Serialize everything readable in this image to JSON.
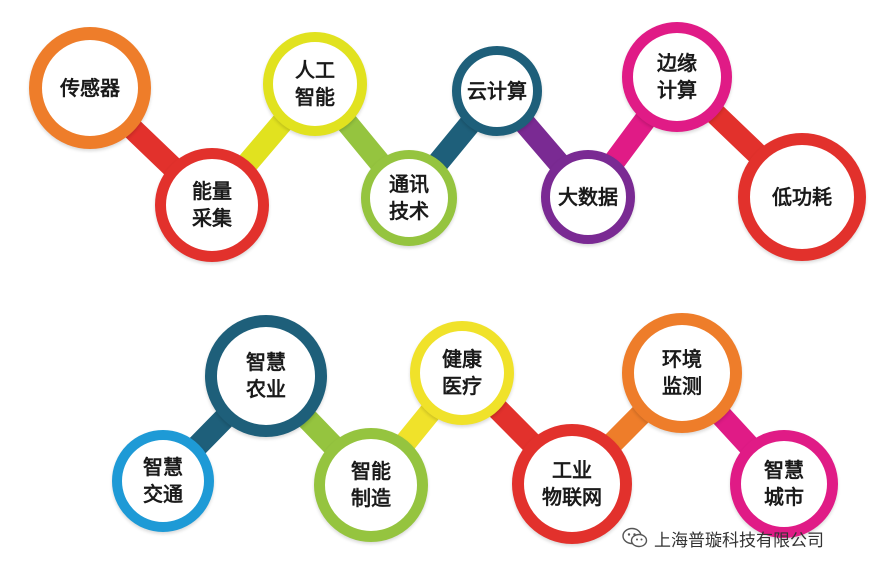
{
  "diagram": {
    "rows": [
      {
        "nodes": [
          {
            "lines": [
              "传感器"
            ],
            "color": "#ee7d2a"
          },
          {
            "lines": [
              "能量",
              "采集"
            ],
            "color": "#e2312c"
          },
          {
            "lines": [
              "人工",
              "智能"
            ],
            "color": "#e1e21f"
          },
          {
            "lines": [
              "通讯",
              "技术"
            ],
            "color": "#95c43f"
          },
          {
            "lines": [
              "云计算"
            ],
            "color": "#1e5f7a"
          },
          {
            "lines": [
              "大数据"
            ],
            "color": "#7a2a93"
          },
          {
            "lines": [
              "边缘",
              "计算"
            ],
            "color": "#e01b86"
          },
          {
            "lines": [
              "低功耗"
            ],
            "color": "#e2312c"
          }
        ]
      },
      {
        "nodes": [
          {
            "lines": [
              "智慧",
              "交通"
            ],
            "color": "#1e9ad6"
          },
          {
            "lines": [
              "智慧",
              "农业"
            ],
            "color": "#1e5f7a"
          },
          {
            "lines": [
              "智能",
              "制造"
            ],
            "color": "#95c43f"
          },
          {
            "lines": [
              "健康",
              "医疗"
            ],
            "color": "#f0e22a"
          },
          {
            "lines": [
              "工业",
              "物联网"
            ],
            "color": "#e2312c"
          },
          {
            "lines": [
              "环境",
              "监测"
            ],
            "color": "#ee7d2a"
          },
          {
            "lines": [
              "智慧",
              "城市"
            ],
            "color": "#e01b86"
          }
        ]
      }
    ]
  },
  "watermark": {
    "icon": "wechat-icon",
    "text": "上海普璇科技有限公司"
  }
}
